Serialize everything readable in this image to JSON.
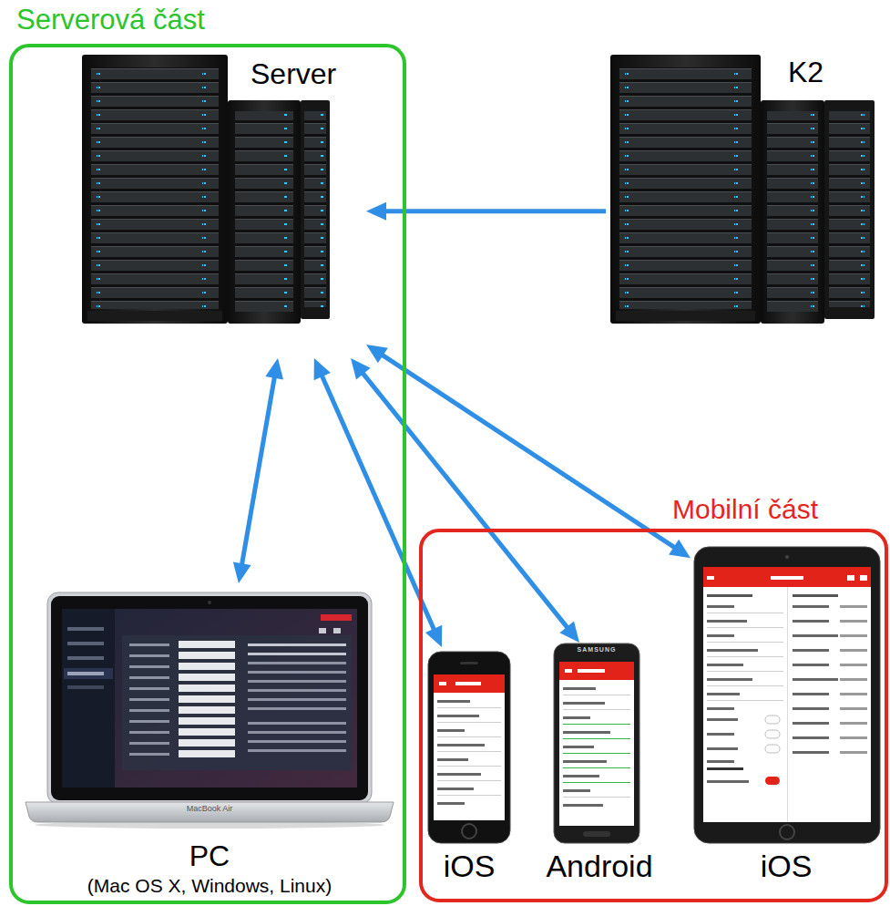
{
  "diagram": {
    "nodes": [
      {
        "text": [
          "Serverová část"
        ]
      },
      {
        "text": [
          "Server"
        ],
        "in": 0
      },
      {
        "text": [
          "K2"
        ]
      },
      {
        "text": [
          "PC",
          "(Mac OS X, Windows, Linux)"
        ],
        "in": 0
      },
      {
        "text": [
          "Mobilní část"
        ]
      },
      {
        "text": [
          "iOS"
        ],
        "in": 4
      },
      {
        "text": [
          "Android"
        ],
        "in": 4
      },
      {
        "text": [
          "iOS"
        ],
        "in": 4
      }
    ],
    "edges": [
      {
        "from": 2,
        "to": 1,
        "arrow": "to"
      },
      {
        "from": 1,
        "to": 3,
        "arrow": "both"
      },
      {
        "from": 1,
        "to": 5,
        "arrow": "both"
      },
      {
        "from": 1,
        "to": 6,
        "arrow": "both"
      },
      {
        "from": 1,
        "to": 7,
        "arrow": "both"
      }
    ],
    "labels": [
      "MacBook Air",
      "SAMSUNG"
    ]
  }
}
